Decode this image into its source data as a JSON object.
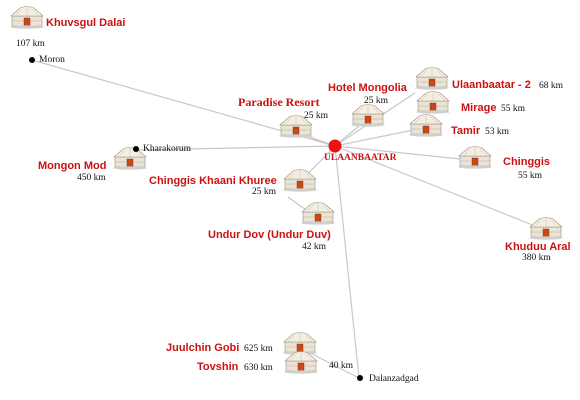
{
  "colors": {
    "accent": "#cc1111",
    "route_line": "#c8c8c8",
    "capital_dot": "#ee1111",
    "city_dot": "#000000"
  },
  "capital": {
    "name": "ULAANBAATAR"
  },
  "cities": [
    {
      "id": "moron",
      "name": "Moron"
    },
    {
      "id": "kharakorum",
      "name": "Kharakorum"
    },
    {
      "id": "dalanzadgad",
      "name": "Dalanzadgad"
    }
  ],
  "camps": [
    {
      "id": "khuvsgul-dalai",
      "name": "Khuvsgul Dalai",
      "distance": "107 km"
    },
    {
      "id": "hotel-mongolia",
      "name": "Hotel Mongolia",
      "distance": "25 km"
    },
    {
      "id": "paradise-resort",
      "name": "Paradise Resort",
      "distance": "25 km"
    },
    {
      "id": "ulaanbaatar-2",
      "name": "Ulaanbaatar - 2",
      "distance": "68 km"
    },
    {
      "id": "mirage",
      "name": "Mirage",
      "distance": "55 km"
    },
    {
      "id": "tamir",
      "name": "Tamir",
      "distance": "53 km"
    },
    {
      "id": "chinggis",
      "name": "Chinggis",
      "distance": "55 km"
    },
    {
      "id": "mongon-mod",
      "name": "Mongon Mod",
      "distance": "450 km"
    },
    {
      "id": "chinggis-khaani-khuree",
      "name": "Chinggis Khaani Khuree",
      "distance": "25 km"
    },
    {
      "id": "undur-dov",
      "name": "Undur Dov (Undur Duv)",
      "distance": "42 km"
    },
    {
      "id": "khuduu-aral",
      "name": "Khuduu Aral",
      "distance": "380 km"
    },
    {
      "id": "juulchin-gobi",
      "name": "Juulchin Gobi",
      "distance": "625 km"
    },
    {
      "id": "tovshin",
      "name": "Tovshin",
      "distance": "630 km"
    },
    {
      "id": "dalanzadgad-camp",
      "name": "",
      "distance": "40 km"
    }
  ],
  "icons": {
    "camp": "ger-yurt-icon",
    "city": "black-dot-icon",
    "capital": "red-dot-icon"
  }
}
